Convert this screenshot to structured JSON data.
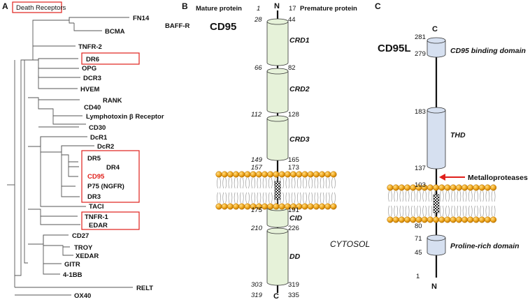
{
  "panelA": {
    "letter": "A",
    "title": "Death Receptors",
    "labels": [
      "FN14",
      "BAFF-R",
      "BCMA",
      "TNFR-2",
      "DR6",
      "OPG",
      "DCR3",
      "HVEM",
      "RANK",
      "CD40",
      "Lymphotoxin β Receptor",
      "CD30",
      "DcR1",
      "DcR2",
      "DR5",
      "DR4",
      "CD95",
      "P75 (NGFR)",
      "DR3",
      "TACI",
      "TNFR-1",
      "EDAR",
      "CD27",
      "TROY",
      "XEDAR",
      "GITR",
      "4-1BB",
      "RELT",
      "OX40"
    ],
    "highlight_color": "#e0201b"
  },
  "panelB": {
    "letter": "B",
    "name": "CD95",
    "mature_header": "Mature protein",
    "premature_header": "Premature protein",
    "n_term": "N",
    "c_term": "C",
    "mature_first": "1",
    "premature_first": "17",
    "domains": [
      "CRD1",
      "CRD2",
      "CRD3",
      "CID",
      "DD"
    ],
    "mature_nums": [
      "28",
      "66",
      "112",
      "149",
      "157",
      "175",
      "210",
      "303",
      "319"
    ],
    "premature_nums": [
      "44",
      "82",
      "128",
      "165",
      "173",
      "191",
      "226",
      "319",
      "335"
    ],
    "cytosol": "CYTOSOL",
    "domain_color": "#e6f2d9"
  },
  "panelC": {
    "letter": "C",
    "name": "CD95L",
    "c_term": "C",
    "n_term": "N",
    "nums": [
      "281",
      "279",
      "183",
      "137",
      "103",
      "80",
      "71",
      "45",
      "1"
    ],
    "domains": [
      "CD95 binding domain",
      "THD",
      "Proline-rich domain"
    ],
    "arrow_label": "Metalloproteases",
    "domain_color": "#d6e0f0",
    "arrow_color": "#e0201b"
  },
  "membrane_color": "#f0a820"
}
